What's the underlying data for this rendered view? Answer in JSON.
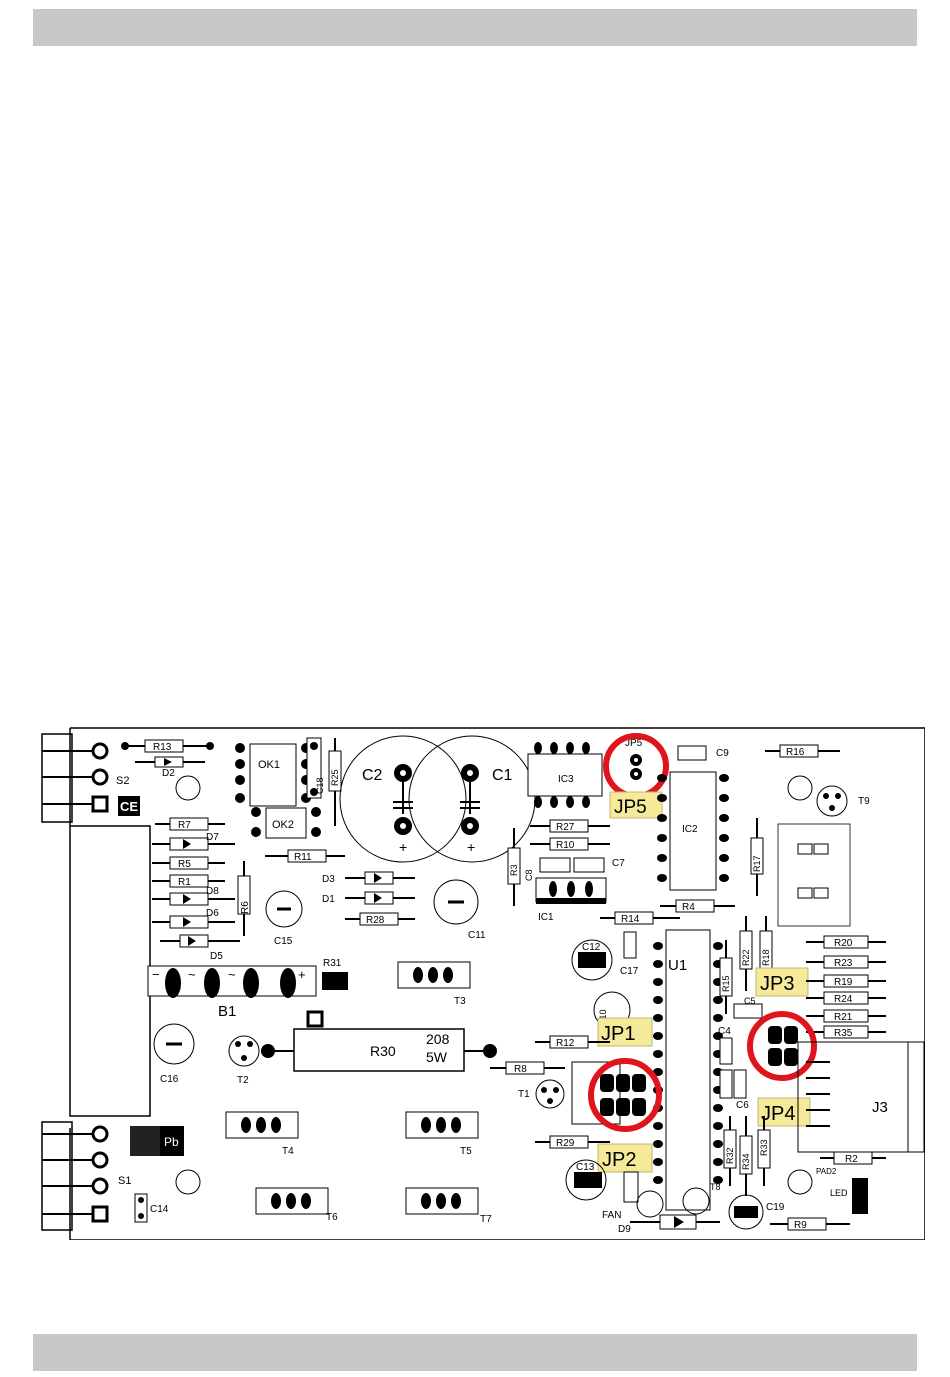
{
  "header_bar": {
    "color": "#c8c8c8"
  },
  "footer_bar": {
    "color": "#c8c8c8"
  },
  "colors": {
    "highlight_circle": "#e0141c",
    "jumper_label_bg": "#f4ea9a",
    "trace": "#000000"
  },
  "connectors": {
    "s2": "S2",
    "s1": "S1",
    "j3": "J3"
  },
  "chips": {
    "ok1": "OK1",
    "ok2": "OK2",
    "ic3": "IC3",
    "ic2": "IC2",
    "ic1": "IC1",
    "u1": "U1"
  },
  "capacitors": {
    "c1": "C1",
    "c2": "C2",
    "c9": "C9",
    "c7": "C7",
    "c8": "C8",
    "c11": "C11",
    "c12": "C12",
    "c15": "C15",
    "c16": "C16",
    "c17": "C17",
    "c18": "C18",
    "c4": "C4",
    "c5": "C5",
    "c6": "C6",
    "c10": "C10",
    "c13": "C13",
    "c14": "C14",
    "c19": "C19"
  },
  "resistors": {
    "r13": "R13",
    "r7": "R7",
    "r5": "R5",
    "r1": "R1",
    "r6": "R6",
    "r11": "R11",
    "r25": "R25",
    "r28": "R28",
    "r27": "R27",
    "r10": "R10",
    "r3": "R3",
    "r14": "R14",
    "r4": "R4",
    "r16": "R16",
    "r17": "R17",
    "r22": "R22",
    "r18": "R18",
    "r15": "R15",
    "r20": "R20",
    "r23": "R23",
    "r19": "R19",
    "r24": "R24",
    "r21": "R21",
    "r35": "R35",
    "r12": "R12",
    "r8": "R8",
    "r29": "R29",
    "r32": "R32",
    "r33": "R33",
    "r34": "R34",
    "r2": "R2",
    "r9": "R9",
    "r31": "R31"
  },
  "diodes": {
    "d2": "D2",
    "d7": "D7",
    "d8": "D8",
    "d6": "D6",
    "d5": "D5",
    "d3": "D3",
    "d1": "D1",
    "d9": "D9"
  },
  "transistors": {
    "t1": "T1",
    "t2": "T2",
    "t3": "T3",
    "t4": "T4",
    "t5": "T5",
    "t6": "T6",
    "t7": "T7",
    "t8": "T8",
    "t9": "T9"
  },
  "bridge": {
    "label": "B1",
    "minus": "−",
    "tilde1": "~",
    "tilde2": "~",
    "plus": "+"
  },
  "power_resistor": {
    "label": "R30",
    "value": "208",
    "rating": "5W"
  },
  "misc": {
    "pad2": "PAD2",
    "led": "LED",
    "fan": "FAN",
    "pb": "Pb",
    "ce": "CE",
    "plus1": "+",
    "plus2": "+",
    "jp5_silk": "JP5"
  },
  "jumpers": [
    {
      "id": "JP1",
      "label": "JP1",
      "highlighted": false
    },
    {
      "id": "JP2",
      "label": "JP2",
      "highlighted": true
    },
    {
      "id": "JP3",
      "label": "JP3",
      "highlighted": false
    },
    {
      "id": "JP4",
      "label": "JP4",
      "highlighted": true
    },
    {
      "id": "JP5",
      "label": "JP5",
      "highlighted": true
    }
  ]
}
